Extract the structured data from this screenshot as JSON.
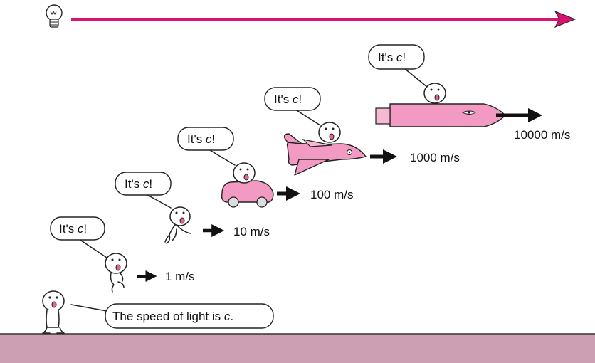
{
  "colors": {
    "light_beam": "#d9136f",
    "pink_vehicle": "#f29ac3",
    "ground": "#cc9fb3",
    "arrow": "#111111"
  },
  "icons": [
    "light-bulb-icon"
  ],
  "observer": {
    "speech_text": "The speed of light is ",
    "speech_symbol": "c",
    "speech_end": "."
  },
  "movers": [
    {
      "name": "runner-slow",
      "speech_text": "It's ",
      "speech_symbol": "c",
      "speech_end": "!",
      "speed_label": "1 m/s"
    },
    {
      "name": "runner-fast",
      "speech_text": "It's ",
      "speech_symbol": "c",
      "speech_end": "!",
      "speed_label": "10 m/s"
    },
    {
      "name": "car",
      "speech_text": "It's ",
      "speech_symbol": "c",
      "speech_end": "!",
      "speed_label": "100 m/s"
    },
    {
      "name": "jet",
      "speech_text": "It's ",
      "speech_symbol": "c",
      "speech_end": "!",
      "speed_label": "1000 m/s"
    },
    {
      "name": "rocket",
      "speech_text": "It's ",
      "speech_symbol": "c",
      "speech_end": "!",
      "speed_label": "10000 m/s"
    }
  ]
}
